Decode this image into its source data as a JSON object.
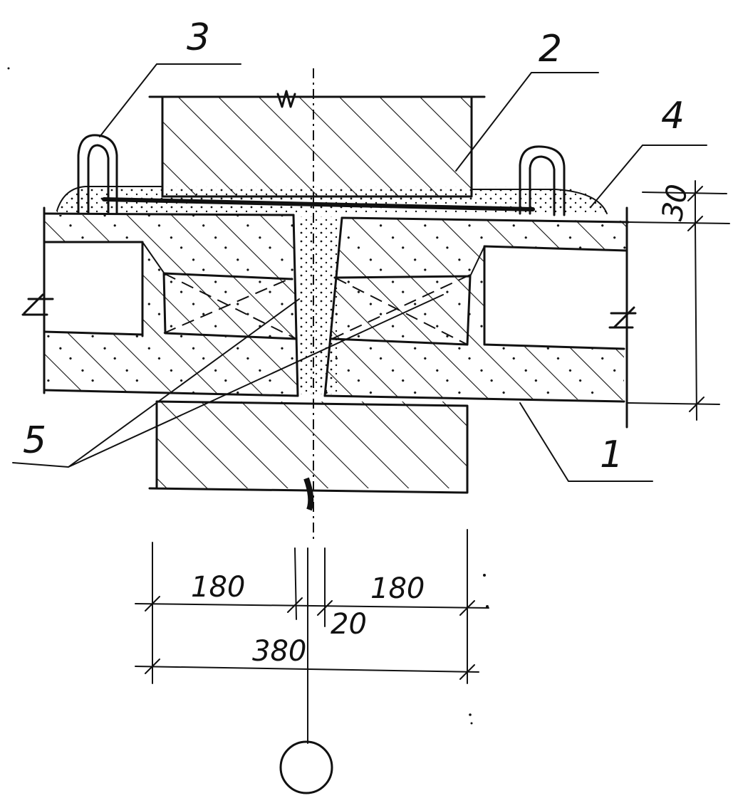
{
  "callouts": {
    "c1": "1",
    "c2": "2",
    "c3": "3",
    "c4": "4",
    "c5": "5"
  },
  "dimensions": {
    "left_width": "180",
    "right_width": "180",
    "gap_width": "20",
    "total_width": "380",
    "layer_thickness": "30"
  }
}
